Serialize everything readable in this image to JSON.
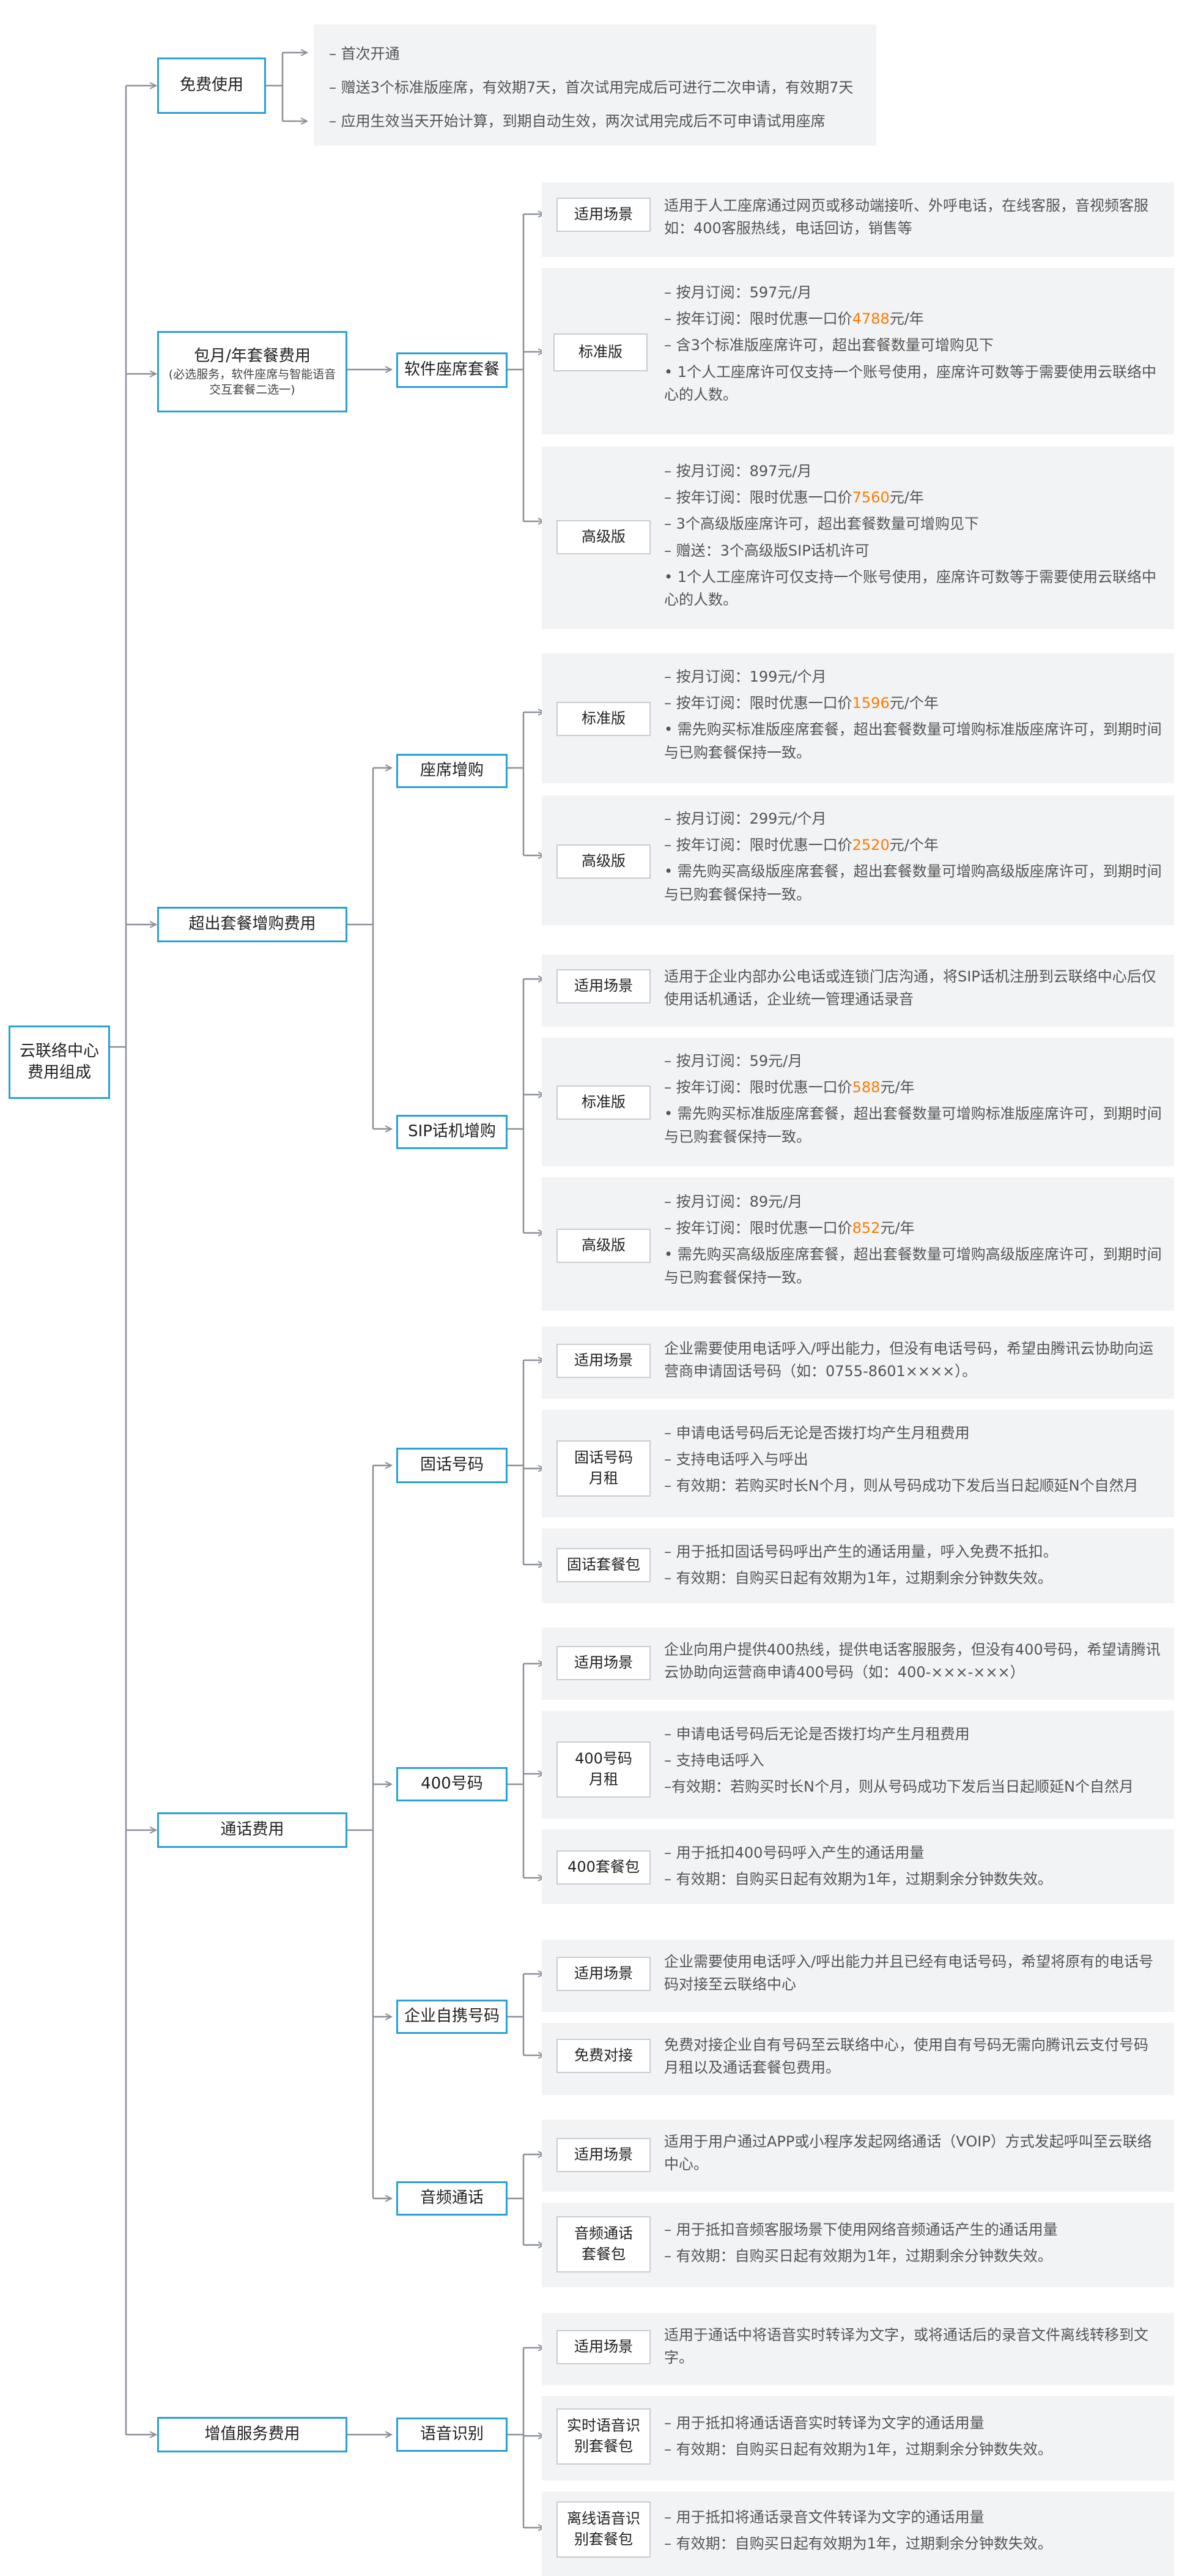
{
  "root": "云联络中心\n费用组成",
  "free": {
    "label": "免费使用",
    "items": [
      "– 首次开通",
      "– 赠送3个标准版座席，有效期7天，首次试用完成后可进行二次申请，有效期7天",
      "– 应用生效当天开始计算，到期自动生效，两次试用完成后不可申请试用座席"
    ]
  },
  "monthly": {
    "label": "包月/年套餐费用",
    "note": "(必选服务，软件座席与智能语音交互套餐二选一)",
    "child": "软件座席套餐",
    "scene_tag": "适用场景",
    "scene_text": "适用于人工座席通过网页或移动端接听、外呼电话，在线客服，音视频客服如：400客服热线，电话回访，销售等",
    "std_tag": "标准版",
    "std": {
      "l1": "– 按月订阅：597元/月",
      "l2a": "– 按年订阅：限时优惠一口价",
      "l2b": "4788",
      "l2c": "元/年",
      "l3": "– 含3个标准版座席许可，超出套餐数量可增购见下",
      "l4": "• 1个人工座席许可仅支持一个账号使用，座席许可数等于需要使用云联络中心的人数。"
    },
    "adv_tag": "高级版",
    "adv": {
      "l1": "– 按月订阅：897元/月",
      "l2a": "– 按年订阅：限时优惠一口价",
      "l2b": "7560",
      "l2c": "元/年",
      "l3": "– 3个高级版座席许可，超出套餐数量可增购见下",
      "l4": "– 赠送：3个高级版SIP话机许可",
      "l5": "• 1个人工座席许可仅支持一个账号使用，座席许可数等于需要使用云联络中心的人数。"
    }
  },
  "extra": {
    "label": "超出套餐增购费用",
    "seat": {
      "label": "座席增购",
      "std_tag": "标准版",
      "std": {
        "l1": "– 按月订阅：199元/个月",
        "l2a": "– 按年订阅：限时优惠一口价",
        "l2b": "1596",
        "l2c": "元/个年",
        "l3": "• 需先购买标准版座席套餐，超出套餐数量可增购标准版座席许可，到期时间与已购套餐保持一致。"
      },
      "adv_tag": "高级版",
      "adv": {
        "l1": "– 按月订阅：299元/个月",
        "l2a": "– 按年订阅：限时优惠一口价",
        "l2b": "2520",
        "l2c": "元/个年",
        "l3": "• 需先购买高级版座席套餐，超出套餐数量可增购高级版座席许可，到期时间与已购套餐保持一致。"
      }
    },
    "sip": {
      "label": "SIP话机增购",
      "scene_tag": "适用场景",
      "scene_text": "适用于企业内部办公电话或连锁门店沟通，将SIP话机注册到云联络中心后仅使用话机通话，企业统一管理通话录音",
      "std_tag": "标准版",
      "std": {
        "l1": "– 按月订阅：59元/月",
        "l2a": "– 按年订阅：限时优惠一口价",
        "l2b": "588",
        "l2c": "元/年",
        "l3": "• 需先购买标准版座席套餐，超出套餐数量可增购标准版座席许可，到期时间与已购套餐保持一致。"
      },
      "adv_tag": "高级版",
      "adv": {
        "l1": "– 按月订阅：89元/月",
        "l2a": "– 按年订阅：限时优惠一口价",
        "l2b": "852",
        "l2c": "元/年",
        "l3": "• 需先购买高级版座席套餐，超出套餐数量可增购高级版座席许可，到期时间与已购套餐保持一致。"
      }
    }
  },
  "call": {
    "label": "通话费用",
    "landline": {
      "label": "固话号码",
      "scene_tag": "适用场景",
      "scene_text": "企业需要使用电话呼入/呼出能力，但没有电话号码，希望由腾讯云协助向运营商申请固话号码（如：0755-8601××××）。",
      "rent_tag": "固话号码\n月租",
      "rent": [
        "– 申请电话号码后无论是否拨打均产生月租费用",
        "– 支持电话呼入与呼出",
        "– 有效期：若购买时长N个月，则从号码成功下发后当日起顺延N个自然月"
      ],
      "pack_tag": "固话套餐包",
      "pack": [
        "– 用于抵扣固话号码呼出产生的通话用量，呼入免费不抵扣。",
        "– 有效期：自购买日起有效期为1年，过期剩余分钟数失效。"
      ]
    },
    "n400": {
      "label": "400号码",
      "scene_tag": "适用场景",
      "scene_text": "企业向用户提供400热线，提供电话客服服务，但没有400号码，希望请腾讯云协助向运营商申请400号码（如：400-×××-×××）",
      "rent_tag": "400号码\n月租",
      "rent": [
        "– 申请电话号码后无论是否拨打均产生月租费用",
        "– 支持电话呼入",
        "–有效期：若购买时长N个月，则从号码成功下发后当日起顺延N个自然月"
      ],
      "pack_tag": "400套餐包",
      "pack": [
        "– 用于抵扣400号码呼入产生的通话用量",
        "– 有效期：自购买日起有效期为1年，过期剩余分钟数失效。"
      ]
    },
    "own": {
      "label": "企业自携号码",
      "scene_tag": "适用场景",
      "scene_text": "企业需要使用电话呼入/呼出能力并且已经有电话号码，希望将原有的电话号码对接至云联络中心",
      "free_tag": "免费对接",
      "free_text": "免费对接企业自有号码至云联络中心，使用自有号码无需向腾讯云支付号码月租以及通话套餐包费用。"
    },
    "audio": {
      "label": "音频通话",
      "scene_tag": "适用场景",
      "scene_text": "适用于用户通过APP或小程序发起网络通话（VOIP）方式发起呼叫至云联络中心。",
      "pack_tag": "音频通话\n套餐包",
      "pack": [
        "– 用于抵扣音频客服场景下使用网络音频通话产生的通话用量",
        "– 有效期：自购买日起有效期为1年，过期剩余分钟数失效。"
      ]
    }
  },
  "vas": {
    "label": "增值服务费用",
    "asr": {
      "label": "语音识别",
      "scene_tag": "适用场景",
      "scene_text": "适用于通话中将语音实时转译为文字，或将通话后的录音文件离线转移到文字。",
      "rt_tag": "实时语音识\n别套餐包",
      "rt": [
        "– 用于抵扣将通话语音实时转译为文字的通话用量",
        "– 有效期：自购买日起有效期为1年，过期剩余分钟数失效。"
      ],
      "off_tag": "离线语音识\n别套餐包",
      "off": [
        "– 用于抵扣将通话录音文件转译为文字的通话用量",
        "– 有效期：自购买日起有效期为1年，过期剩余分钟数失效。"
      ]
    }
  },
  "colors": {
    "accent": "#2aa0d6",
    "highlight": "#ff7a00",
    "panel": "#f2f3f5",
    "line": "#8a8f99"
  }
}
